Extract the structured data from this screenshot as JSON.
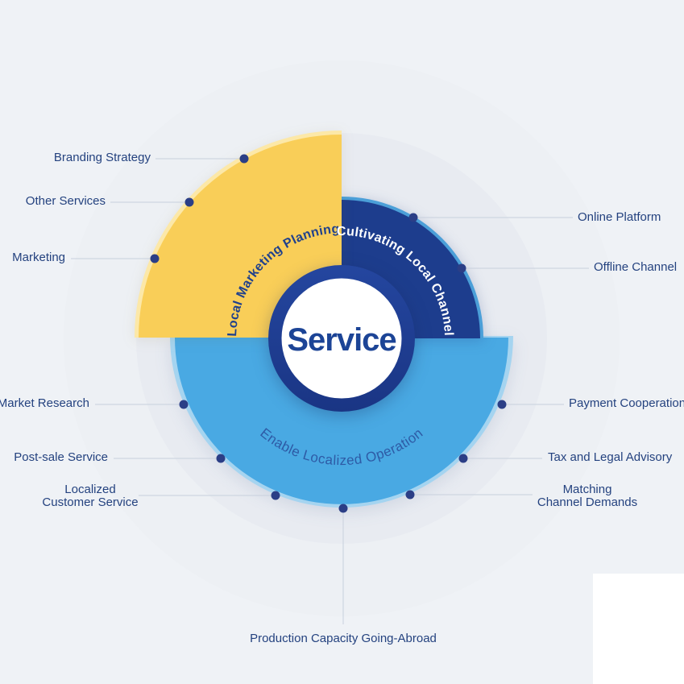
{
  "page": {
    "background": "#eff2f6"
  },
  "center": {
    "label": "Service"
  },
  "segments": [
    {
      "name": "local-marketing-planning",
      "label": "Local Marketing Planning",
      "color": "#f9ce58"
    },
    {
      "name": "cultivating-local-channel",
      "label": "Cultivating Local Channel",
      "color": "#1d3d8d"
    },
    {
      "name": "enable-localized-operation",
      "label": "Enable Localized Operation",
      "color": "#49a9e3"
    }
  ],
  "callouts": {
    "branding_strategy": {
      "label": "Branding Strategy"
    },
    "other_services": {
      "label": "Other Services"
    },
    "marketing": {
      "label": "Marketing"
    },
    "market_research": {
      "label": "Market Research"
    },
    "post_sale": {
      "label": "Post-sale Service"
    },
    "localized_cs": {
      "line1": "Localized",
      "line2": "Customer Service"
    },
    "online_platform": {
      "label": "Online Platform"
    },
    "offline_channel": {
      "label": "Offline Channel"
    },
    "payment_cooperation": {
      "label": "Payment Cooperation"
    },
    "tax_legal": {
      "label": "Tax and Legal Advisory"
    },
    "matching_demands": {
      "line1": "Matching",
      "line2": "Channel Demands"
    },
    "production_capacity": {
      "label": "Production Capacity Going-Abroad"
    }
  },
  "colors": {
    "segment_yellow": "#f9ce58",
    "segment_yellow_rim": "#fce8a8",
    "segment_dark_blue": "#1d3d8d",
    "segment_dark_blue_rim": "#4b9fd8",
    "segment_light_blue": "#49a9e3",
    "segment_light_blue_rim": "#a5d4f0",
    "center_ring": "#1f3f97",
    "title_text": "#1c4496",
    "arc_text_yellow_segment": "#20418c",
    "arc_text_dark_segment": "#ffffff",
    "arc_text_light_segment": "#2e5ba6",
    "label_text": "#24427f",
    "dot": "#2b3e86",
    "line": "#c8d0dd",
    "background_circle_inner": "#e8ebf1",
    "background_circle_outer": "#edf0f4"
  }
}
